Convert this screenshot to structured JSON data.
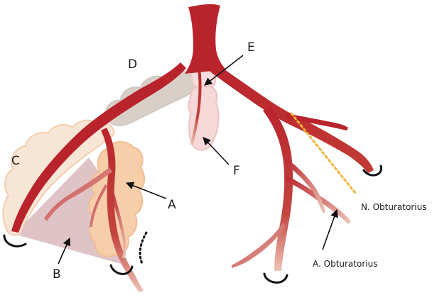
{
  "labels": {
    "A": "A",
    "B": "B",
    "C": "C",
    "D": "D",
    "E": "E",
    "F": "F",
    "n_obturatorius": "N. Obturatorius",
    "a_obturatorius": "A. Obturatorius"
  },
  "colors": {
    "vessel": "#b9242c",
    "vessel_light": "#e8b3a8",
    "lymph_peach": "#f6cfaa",
    "lymph_grey": "#d6cfc7",
    "lymph_pink": "#f4d2d2",
    "region_b": "#d9b8bd",
    "nerve_dots": "#f0b43a",
    "clip": "#111111"
  },
  "icons": [
    "clip-icon",
    "dotted-ligature-icon",
    "arrow-icon"
  ]
}
